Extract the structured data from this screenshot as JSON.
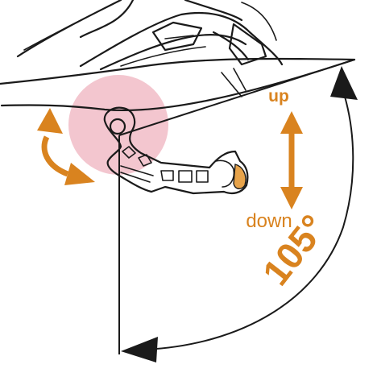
{
  "labels": {
    "up": "up",
    "down": "down",
    "angle": "105°"
  },
  "colors": {
    "accent": "#d9831f",
    "pivot_highlight": "#f3c6cf",
    "line": "#1a1a1a"
  },
  "icons": [
    "helmet-outline",
    "visor-peak",
    "chin-guard-bracket",
    "curved-double-arrow",
    "vertical-double-arrow",
    "angle-arc-arrow"
  ]
}
